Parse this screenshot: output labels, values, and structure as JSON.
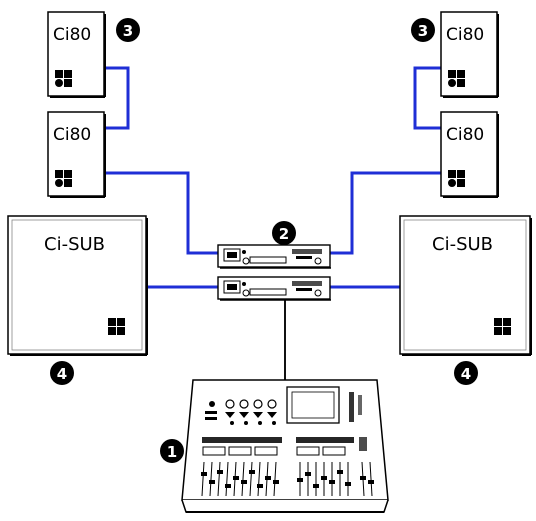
{
  "speakers": {
    "top_left": "Ci80",
    "mid_left": "Ci80",
    "top_right": "Ci80",
    "mid_right": "Ci80"
  },
  "subs": {
    "left": "Ci-SUB",
    "right": "Ci-SUB"
  },
  "badges": {
    "mixer": "1",
    "amps": "2",
    "ci80_left": "3",
    "ci80_right": "3",
    "sub_left": "4",
    "sub_right": "4"
  },
  "colors": {
    "cable": "#1f2fd6",
    "badge": "#000000"
  }
}
